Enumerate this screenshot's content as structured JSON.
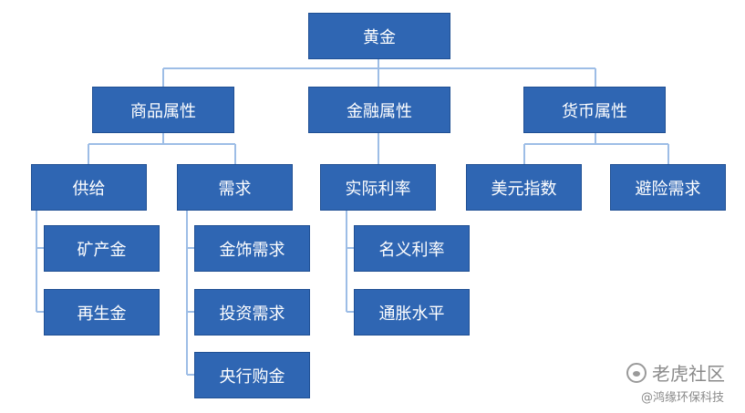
{
  "diagram": {
    "root": "黄金",
    "level1": [
      "商品属性",
      "金融属性",
      "货币属性"
    ],
    "commodity_children": [
      "供给",
      "需求"
    ],
    "supply_children": [
      "矿产金",
      "再生金"
    ],
    "demand_children": [
      "金饰需求",
      "投资需求",
      "央行购金"
    ],
    "financial_children": [
      "实际利率"
    ],
    "rate_children": [
      "名义利率",
      "通胀水平"
    ],
    "currency_children": [
      "美元指数",
      "避险需求"
    ]
  },
  "watermark": {
    "brand": "老虎社区",
    "author": "@鸿缘环保科技"
  },
  "colors": {
    "node_fill": "#2f66b3",
    "line": "#9dbde6"
  }
}
